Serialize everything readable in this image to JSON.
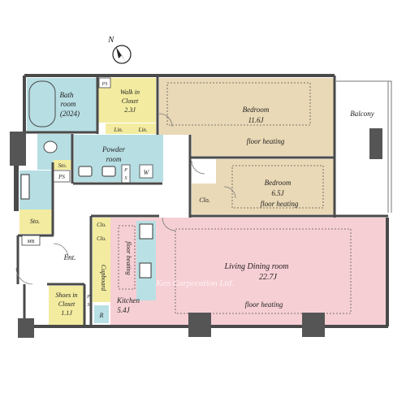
{
  "compass": {
    "north_label": "N",
    "icon": "compass-north-arrow"
  },
  "colors": {
    "wall": "#4a4a4a",
    "bath": "#b7dee3",
    "closet": "#f3eca0",
    "bedroom": "#ead9b6",
    "living": "#f6cfd4",
    "kitchen_counter": "#b9e0e4",
    "dashed": "#555555"
  },
  "rooms": {
    "bath": {
      "name": "Bath",
      "name2": "room",
      "note": "(2024)"
    },
    "walk_in_closet": {
      "name": "Walk in",
      "name2": "Closet",
      "size": "2.3J"
    },
    "bedroom1": {
      "name": "Bedroom",
      "size": "11.6J",
      "note": "floor heating"
    },
    "balcony": {
      "name": "Balcony"
    },
    "powder_room": {
      "name": "Powder",
      "name2": "room"
    },
    "bedroom2": {
      "name": "Bedroom",
      "size": "6.5J",
      "note": "floor heating"
    },
    "living_dining": {
      "name": "Living Dining room",
      "size": "22.7J",
      "note": "floor heating"
    },
    "kitchen": {
      "name": "Kitchen",
      "size": "5.4J",
      "note": "floor heating"
    },
    "shoes_closet": {
      "name": "Shoes in",
      "name2": "Closet",
      "size": "1.1J"
    },
    "entrance": {
      "name": "Ent."
    }
  },
  "labels": {
    "ps": "PS",
    "lin": "Lin.",
    "sto": "Sto.",
    "clo": "Clo.",
    "cupboard": "Cupboard",
    "washer": "W",
    "mb": "MB",
    "p": "P",
    "s": "S",
    "r": "R"
  },
  "watermark": "Ken Corporation Ltd."
}
